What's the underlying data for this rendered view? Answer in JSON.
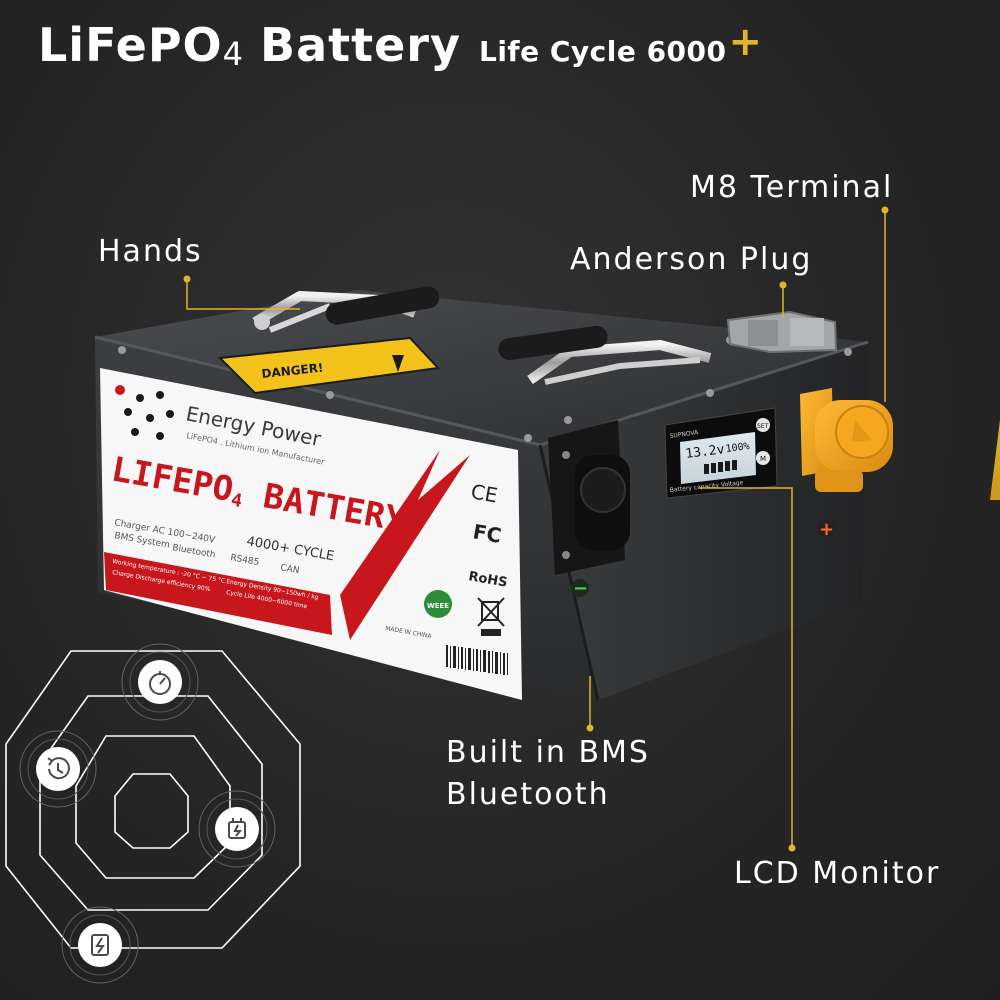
{
  "headline": {
    "product_prefix": "LiFePO",
    "product_subscript": "4",
    "product_suffix": " Battery",
    "cycle_text": "Life Cycle 6000",
    "cycle_plus": "+"
  },
  "callouts": {
    "hands": "Hands",
    "m8_terminal": "M8 Terminal",
    "anderson_plug": "Anderson Plug",
    "bms_line1": "Built in BMS",
    "bms_line2": "Bluetooth",
    "lcd_monitor": "LCD Monitor"
  },
  "battery_label": {
    "brand": "Energy Power",
    "brand_tagline": "LiFePO4 . Lithium ion Manufacturer",
    "title_prefix": "LIFEPO",
    "title_subscript": "4",
    "title_suffix": " BATTERY",
    "charger": "Charger AC 100~240V",
    "bms": "BMS System",
    "bluetooth": "Bluetooth",
    "rs485": "RS485",
    "can": "CAN",
    "cycle": "4000+ CYCLE",
    "temp_line": "Working temperature : -20 °C ~ 75 °C",
    "efficiency_line": "Charge Discharge efficiency 90%",
    "density_line": "Energy Density 90~150wh / kg",
    "life_line": "Cycle Life 4000~6000 time",
    "ce": "CE",
    "fc": "FC",
    "rohs": "RoHS",
    "weee": "WEEE",
    "made_in": "MADE IN CHINA",
    "warning": "DANGER!"
  },
  "lcd": {
    "brand": "SUPNOVA",
    "voltage": "13.2v",
    "percent": "100%",
    "set_button": "SET",
    "m_button": "M",
    "caption": "Battery capacity Voltage"
  },
  "terminals": {
    "positive": "+",
    "negative": "−"
  },
  "feature_icons": [
    "gauge-icon",
    "history-icon",
    "charging-icon",
    "power-icon"
  ],
  "colors": {
    "background": "#262626",
    "accent_yellow": "#e2b42b",
    "label_red": "#c8161d",
    "terminal_orange": "#f0a21e",
    "case_gray": "#3b3d3f"
  }
}
